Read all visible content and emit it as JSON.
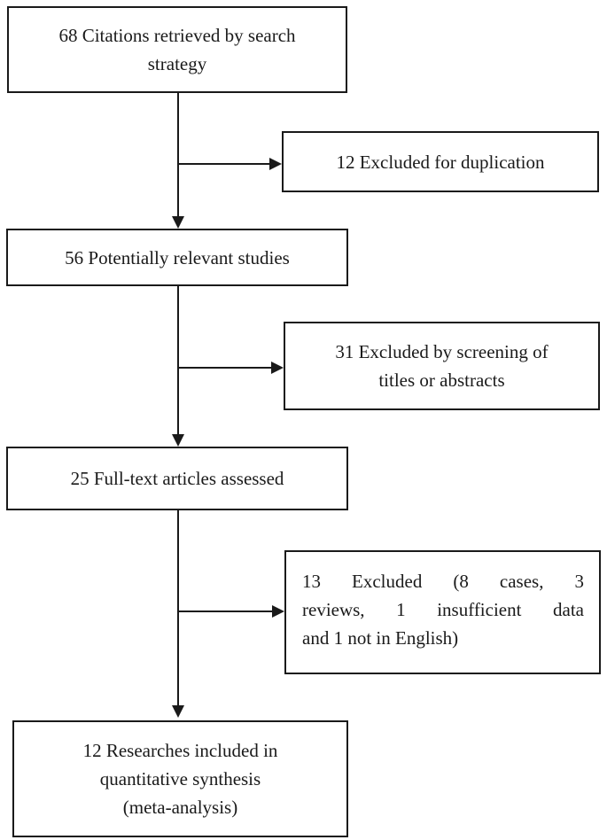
{
  "diagram": {
    "type": "flowchart",
    "colors": {
      "line": "#1a1a1a",
      "background": "#ffffff",
      "box_fill": "#ffffff",
      "text": "#1a1a1a"
    },
    "boxes": {
      "citations": {
        "count": 68,
        "text": "68 Citations retrieved by search strategy",
        "lines": [
          "68 Citations retrieved by search",
          "strategy"
        ]
      },
      "excluded_duplication": {
        "count": 12,
        "text": "12 Excluded for duplication",
        "lines": [
          "12 Excluded for duplication"
        ]
      },
      "relevant_studies": {
        "count": 56,
        "text": "56 Potentially relevant studies",
        "lines": [
          "56 Potentially relevant studies"
        ]
      },
      "excluded_screening": {
        "count": 31,
        "text": "31 Excluded by screening of titles or abstracts",
        "lines": [
          "31 Excluded by screening of",
          "titles or abstracts"
        ]
      },
      "fulltext_assessed": {
        "count": 25,
        "text": "25 Full-text articles assessed",
        "lines": [
          "25 Full-text articles assessed"
        ]
      },
      "excluded_fulltext": {
        "count": 13,
        "text": "13 Excluded (8 cases, 3 reviews, 1 insufficient data and 1 not in English)",
        "lines": [
          "13 Excluded (8 cases, 3",
          "reviews, 1 insufficient data",
          "and 1 not in English)"
        ]
      },
      "included": {
        "count": 12,
        "text": "12 Researches included in quantitative synthesis (meta-analysis)",
        "lines": [
          "12 Researches included in",
          "quantitative synthesis",
          "(meta-analysis)"
        ]
      }
    }
  }
}
